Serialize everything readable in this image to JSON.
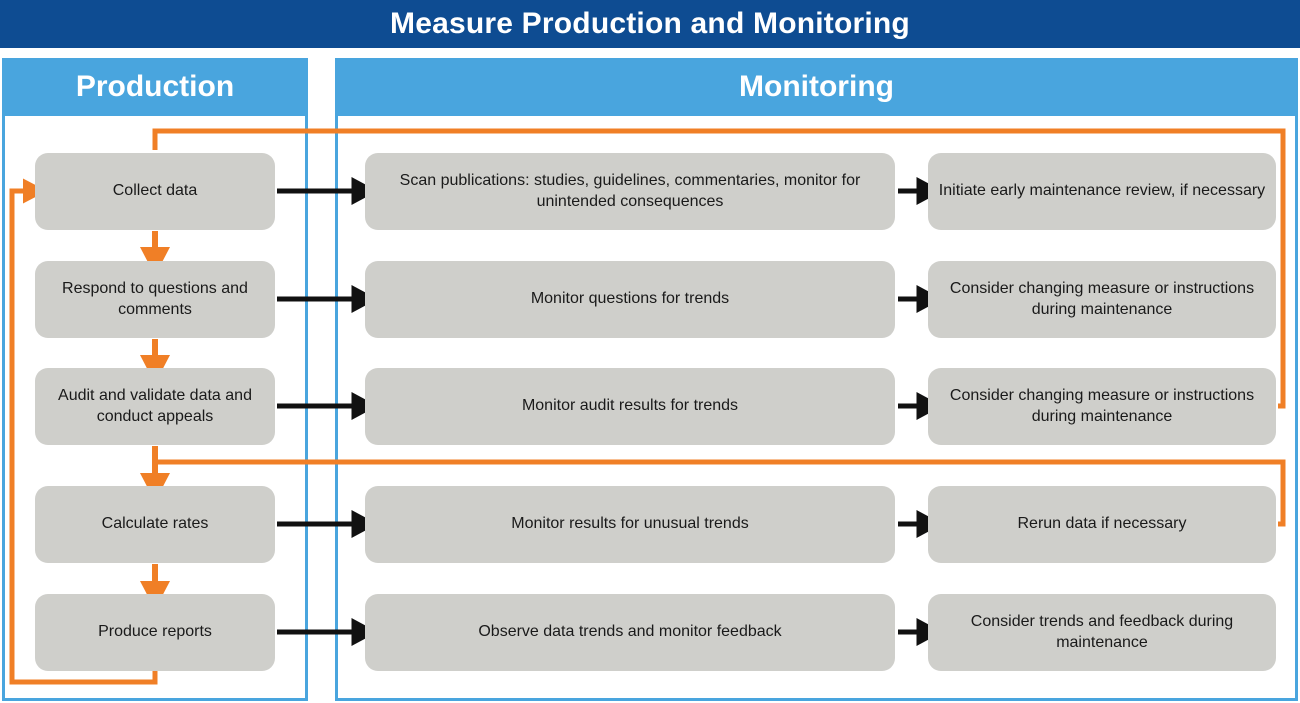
{
  "header": {
    "title": "Measure Production and Monitoring",
    "title_bg": "#0E4C92",
    "title_color": "#FFFFFF"
  },
  "panels": [
    {
      "id": "production",
      "label": "Production",
      "header_bg": "#49A5DE",
      "border_color": "#49A5DE"
    },
    {
      "id": "monitoring",
      "label": "Monitoring",
      "header_bg": "#49A5DE",
      "border_color": "#49A5DE"
    }
  ],
  "colors": {
    "box_fill": "#CFCFCB",
    "box_text": "#1A1A1A",
    "flow_arrow": "#111111",
    "feedback_arrow": "#F07F26",
    "panel_blue": "#49A5DE",
    "title_blue": "#0E4C92"
  },
  "rows": [
    {
      "production": "Collect data",
      "monitoring_mid": "Scan publications: studies, guidelines, commentaries, monitor for unintended consequences",
      "monitoring_end": "Initiate early maintenance review, if necessary"
    },
    {
      "production": "Respond to questions and comments",
      "monitoring_mid": "Monitor questions for trends",
      "monitoring_end": "Consider changing measure or instructions during maintenance"
    },
    {
      "production": "Audit and validate data and conduct appeals",
      "monitoring_mid": "Monitor audit results for trends",
      "monitoring_end": "Consider changing measure or instructions during maintenance"
    },
    {
      "production": "Calculate rates",
      "monitoring_mid": "Monitor results for unusual trends",
      "monitoring_end": "Rerun data if necessary"
    },
    {
      "production": "Produce reports",
      "monitoring_mid": "Observe data trends and monitor feedback",
      "monitoring_end": "Consider trends and feedback during maintenance"
    }
  ],
  "flow_labels": {
    "down_collect_to_respond": "Collect data to Respond to questions and comments",
    "down_respond_to_audit": "Respond to questions and comments to Audit and validate data",
    "down_audit_to_calculate": "Audit and validate data to Calculate rates",
    "down_calculate_to_produce": "Calculate rates to Produce reports",
    "feedback_top": "Initiate early maintenance review feeds back to Collect data",
    "feedback_mid": "Rerun data if necessary feeds back to Calculate rates",
    "feedback_loop": "Produce reports loops back to Collect data"
  }
}
